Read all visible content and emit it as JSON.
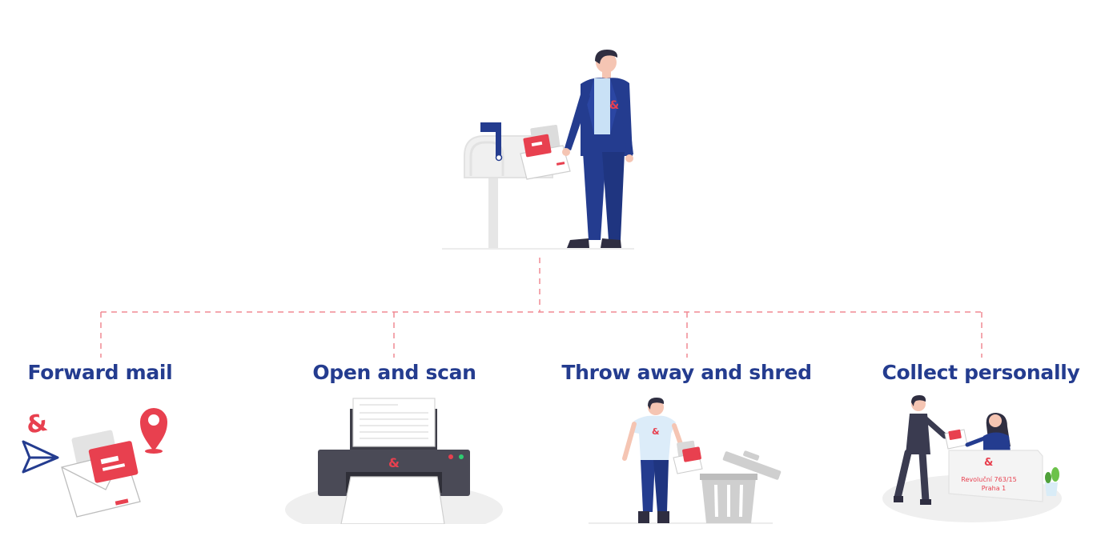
{
  "brand": {
    "symbol": "&",
    "accent_color": "#e8404f",
    "primary_color": "#243c8f"
  },
  "options": [
    {
      "id": "forward",
      "title": "Forward mail"
    },
    {
      "id": "scan",
      "title": "Open and scan"
    },
    {
      "id": "shred",
      "title": "Throw away and shred"
    },
    {
      "id": "collect",
      "title": "Collect personally"
    }
  ],
  "reception_sign": {
    "line1": "Revoluční 763/15",
    "line2": "Praha 1"
  }
}
